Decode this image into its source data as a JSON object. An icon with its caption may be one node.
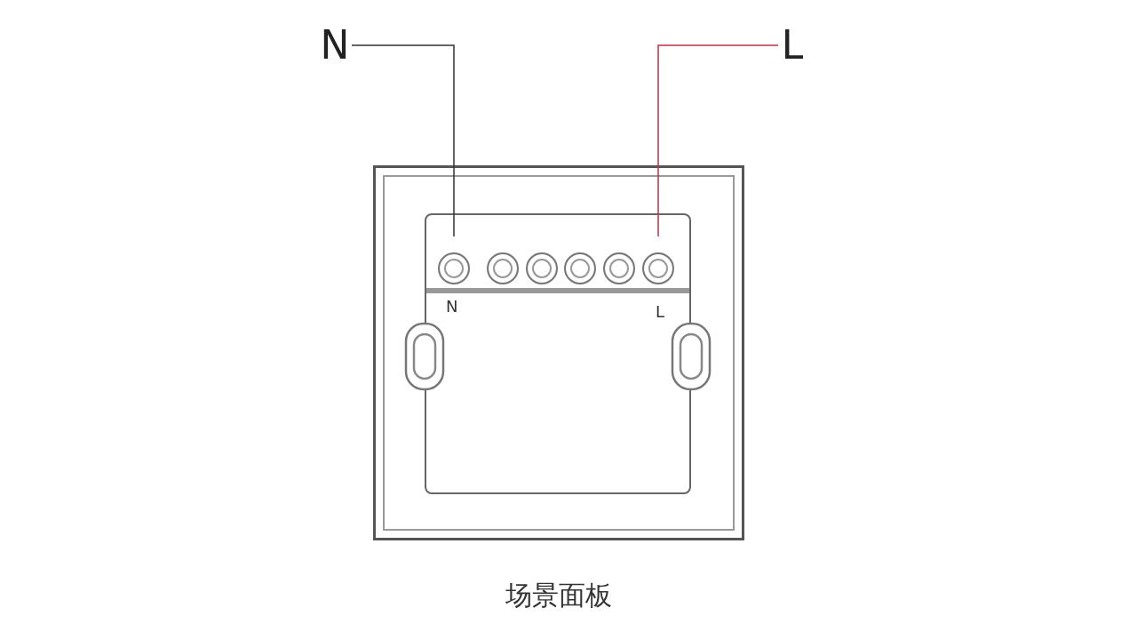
{
  "diagram": {
    "nodes": [
      {
        "text": [
          "N"
        ]
      },
      {
        "text": [
          "L"
        ]
      },
      {
        "text": [],
        "shape": "box",
        "beside": [
          "场景面板"
        ]
      },
      {
        "text": [],
        "shape": "box",
        "in": 2
      },
      {
        "text": [],
        "shape": "circle",
        "in": 3
      },
      {
        "text": [],
        "shape": "circle",
        "in": 3
      },
      {
        "text": [],
        "shape": "circle",
        "in": 3
      },
      {
        "text": [],
        "shape": "circle",
        "in": 3
      },
      {
        "text": [],
        "shape": "circle",
        "in": 3
      },
      {
        "text": [],
        "shape": "circle",
        "in": 3
      }
    ],
    "edges": [
      {
        "from": 0,
        "to": 4,
        "arrow": "none"
      },
      {
        "from": 1,
        "to": 9,
        "arrow": "none",
        "color": "#b8344a"
      }
    ],
    "labels": [
      "N",
      "L"
    ]
  }
}
